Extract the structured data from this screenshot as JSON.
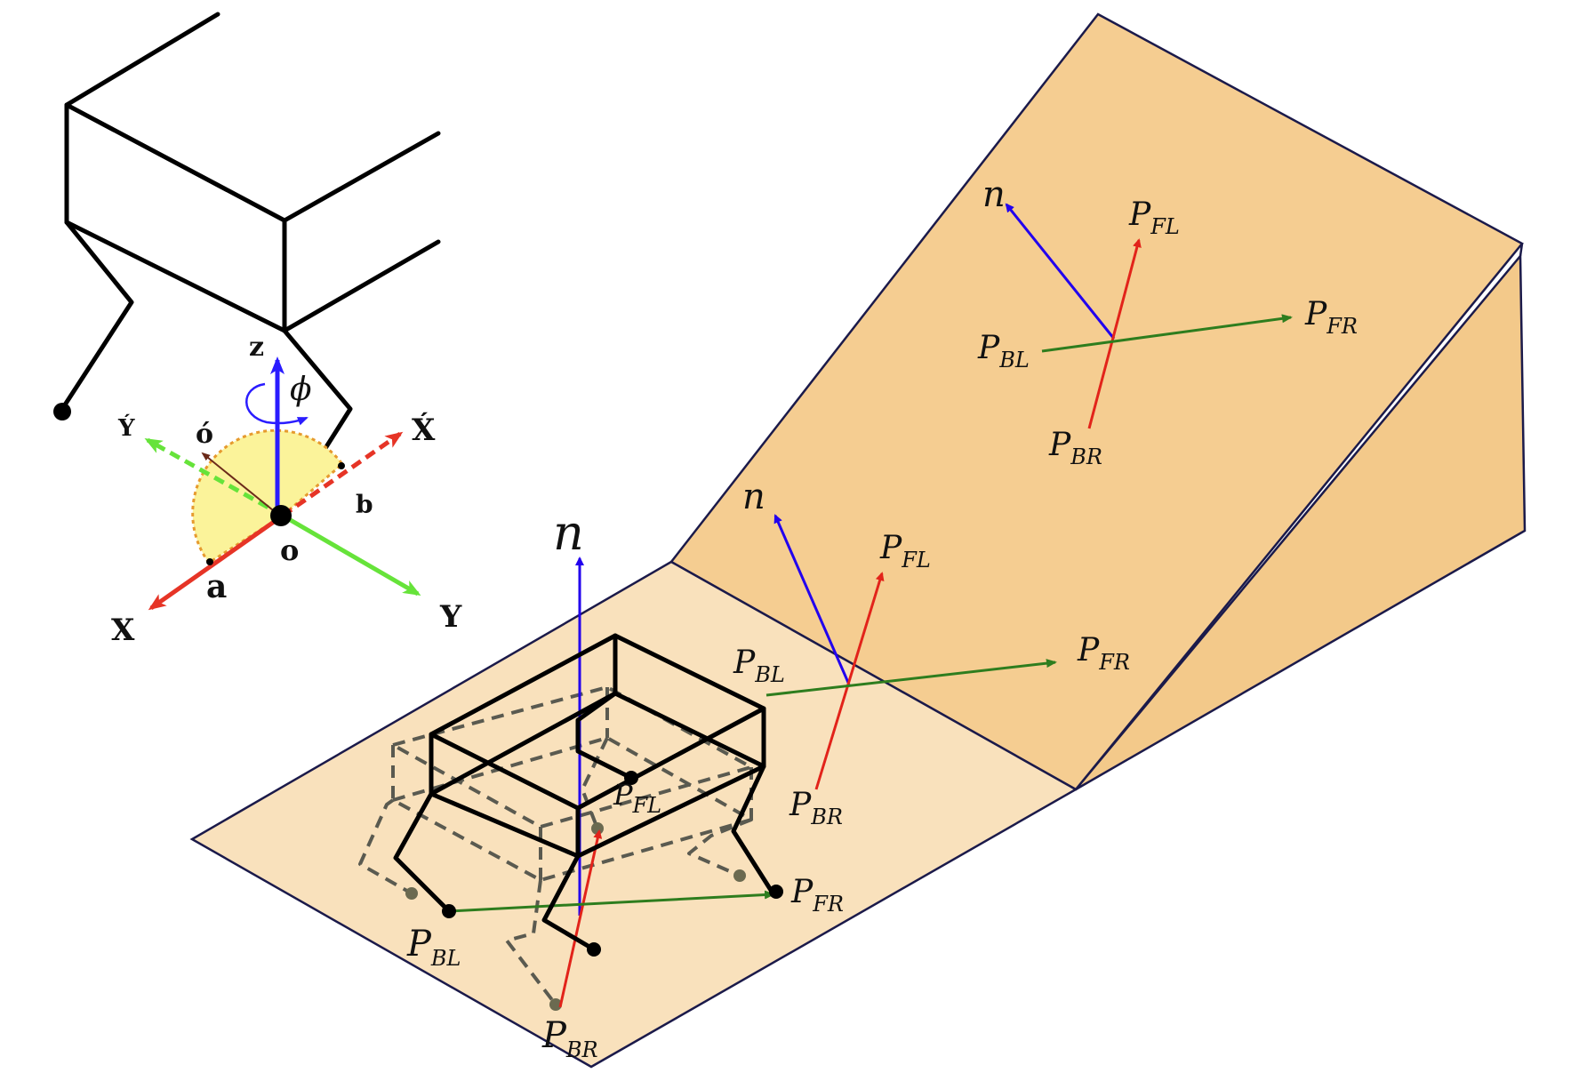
{
  "colors": {
    "flat_plane": "#f9e1bc",
    "ramp_plane": "#f5cd91",
    "ramp_side": "#f3c98a",
    "normal_vector": "#2200ee",
    "front_back_vector": "#e2231a",
    "left_right_vector": "#2e7d1e",
    "axis_x": "#e63426",
    "axis_y": "#66e33a",
    "axis_z": "#2a1cff",
    "rotation_sector": "#fbf39a"
  },
  "inset": {
    "axis_x": "X",
    "axis_y": "Y",
    "axis_z": "z",
    "axis_x_prime": "X́",
    "axis_y_prime": "Ý",
    "origin": "o",
    "origin_prime": "ó",
    "angle": "ϕ",
    "point_a": "a",
    "point_b": "b"
  },
  "flat_plane": {
    "normal": "n",
    "p_fl": "P",
    "p_fl_sub": "FL",
    "p_fr": "P",
    "p_fr_sub": "FR",
    "p_bl": "P",
    "p_bl_sub": "BL",
    "p_br": "P",
    "p_br_sub": "BR"
  },
  "transition_plane": {
    "normal": "n",
    "p_fl": "P",
    "p_fl_sub": "FL",
    "p_fr": "P",
    "p_fr_sub": "FR",
    "p_bl": "P",
    "p_bl_sub": "BL",
    "p_br": "P",
    "p_br_sub": "BR"
  },
  "ramp_plane": {
    "normal": "n",
    "p_fl": "P",
    "p_fl_sub": "FL",
    "p_fr": "P",
    "p_fr_sub": "FR",
    "p_bl": "P",
    "p_bl_sub": "BL",
    "p_br": "P",
    "p_br_sub": "BR"
  }
}
